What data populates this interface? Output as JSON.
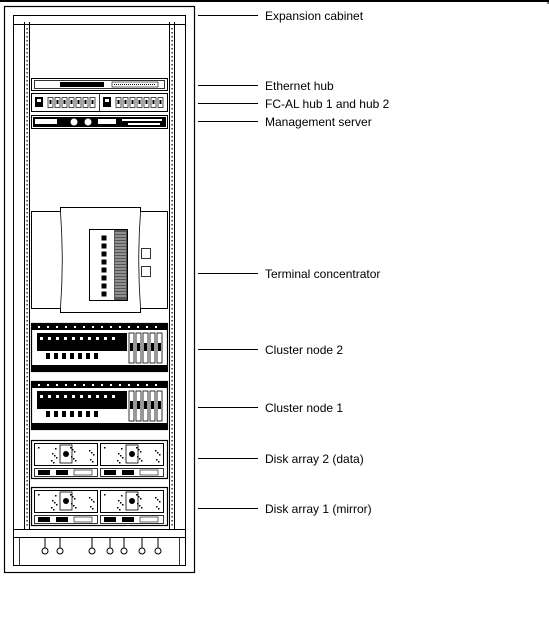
{
  "callouts": [
    {
      "id": "expansion-cabinet",
      "label": "Expansion cabinet"
    },
    {
      "id": "ethernet-hub",
      "label": "Ethernet hub"
    },
    {
      "id": "fcal-hubs",
      "label": "FC-AL hub 1 and hub 2"
    },
    {
      "id": "management-server",
      "label": "Management server"
    },
    {
      "id": "terminal-concentrator",
      "label": "Terminal concentrator"
    },
    {
      "id": "cluster-node-2",
      "label": "Cluster node 2"
    },
    {
      "id": "cluster-node-1",
      "label": "Cluster node 1"
    },
    {
      "id": "disk-array-2",
      "label": "Disk array 2 (data)"
    },
    {
      "id": "disk-array-1",
      "label": "Disk array 1 (mirror)"
    }
  ]
}
